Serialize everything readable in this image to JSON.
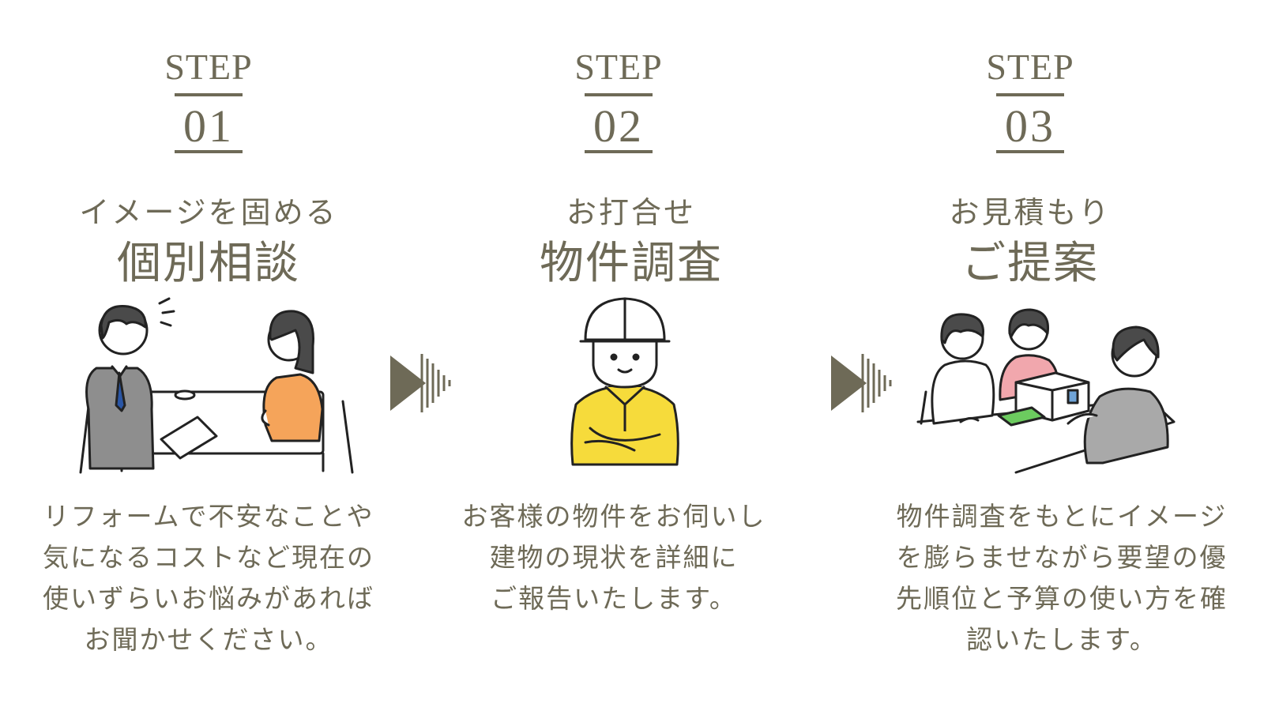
{
  "steps": [
    {
      "label": "STEP",
      "number": "01",
      "subtitle": "イメージを固める",
      "title": "個別相談",
      "description": [
        "リフォームで不安なことや",
        "気になるコストなど現在の",
        "使いずらいお悩みがあれば",
        "お聞かせください。"
      ]
    },
    {
      "label": "STEP",
      "number": "02",
      "subtitle": "お打合せ",
      "title": "物件調査",
      "description": [
        "お客様の物件をお伺いし",
        "建物の現状を詳細に",
        "ご報告いたします。"
      ]
    },
    {
      "label": "STEP",
      "number": "03",
      "subtitle": "お見積もり",
      "title": "ご提案",
      "description": [
        "物件調査をもとにイメージ",
        "を膨らませながら要望の優",
        "先順位と予算の使い方を確",
        "認いたします。"
      ]
    }
  ],
  "icons": {
    "illustration_1": "consultation-illustration-icon",
    "illustration_2": "construction-worker-illustration-icon",
    "illustration_3": "proposal-meeting-illustration-icon",
    "arrow": "arrow-right-icon"
  },
  "colors": {
    "text": "#6e6a57",
    "line": "#222222",
    "skin": "#ffffff",
    "hair": "#4a4a4a",
    "suit": "#8e8e8e",
    "orange": "#f5a45a",
    "yellow": "#f6db3b",
    "pink": "#f1a7ad",
    "green": "#6ccb5f",
    "gray_shirt": "#a9a9a9"
  }
}
